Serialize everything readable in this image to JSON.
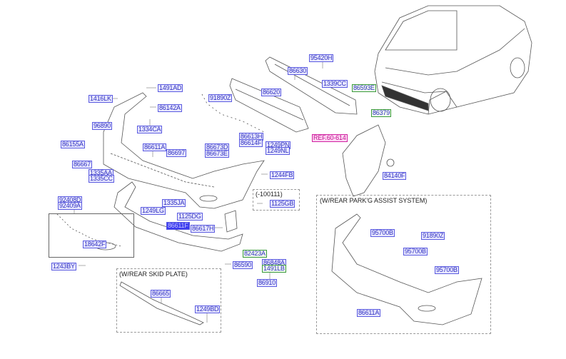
{
  "labels": {
    "p95420H": "95420H",
    "p86630": "86630",
    "p1339CC": "1339CC",
    "p86593E": "86593E",
    "p86379": "86379",
    "p1491AD": "1491AD",
    "p1416LK": "1416LK",
    "p91890Z": "91890Z",
    "p86620": "86620",
    "p86142A": "86142A",
    "p1334CA": "1334CA",
    "p96890": "96890",
    "ref": "REF.60-614",
    "p86155A": "86155A",
    "p86613H": "86613H",
    "p86614F": "86614F",
    "p86611A": "86611A",
    "p86697": "86697",
    "p86673D": "86673D",
    "p86673E": "86673E",
    "p1249PN": "1249PN",
    "p1249NL": "1249NL",
    "p86667": "86667",
    "p1335AA": "1335AA",
    "p1335CC": "1335CC",
    "p1244FB": "1244FB",
    "p84140F": "84140F",
    "p1125GB": "1125GB",
    "p92408D": "92408D",
    "p92409A": "92409A",
    "p1335JA": "1335JA",
    "p1249LG": "1249LG",
    "p1125DG": "1125DG",
    "p86611F": "86611F",
    "p86617H": "86617H",
    "p18642F": "18642F",
    "p82423A": "82423A",
    "p86848A": "86848A",
    "p1491LB": "1491LB",
    "p86590": "86590",
    "p1243BY": "1243BY",
    "p86910": "86910",
    "p86665": "86665",
    "p1249BD": "1249BD",
    "pa95700B1": "95700B",
    "pa91890Z": "91890Z",
    "pa95700B2": "95700B",
    "pa95700B3": "95700B",
    "pa86611A": "86611A"
  },
  "captions": {
    "variant_box": "(-100111)",
    "skid_plate": "(W/REAR SKID PLATE)",
    "park_assist": "(W/REAR PARK'G ASSIST SYSTEM)"
  },
  "colors": {
    "label_border": "#5a5ae0",
    "selected": "#3c3cf0",
    "ref": "#d020a0",
    "green": "#3a9a3a"
  }
}
